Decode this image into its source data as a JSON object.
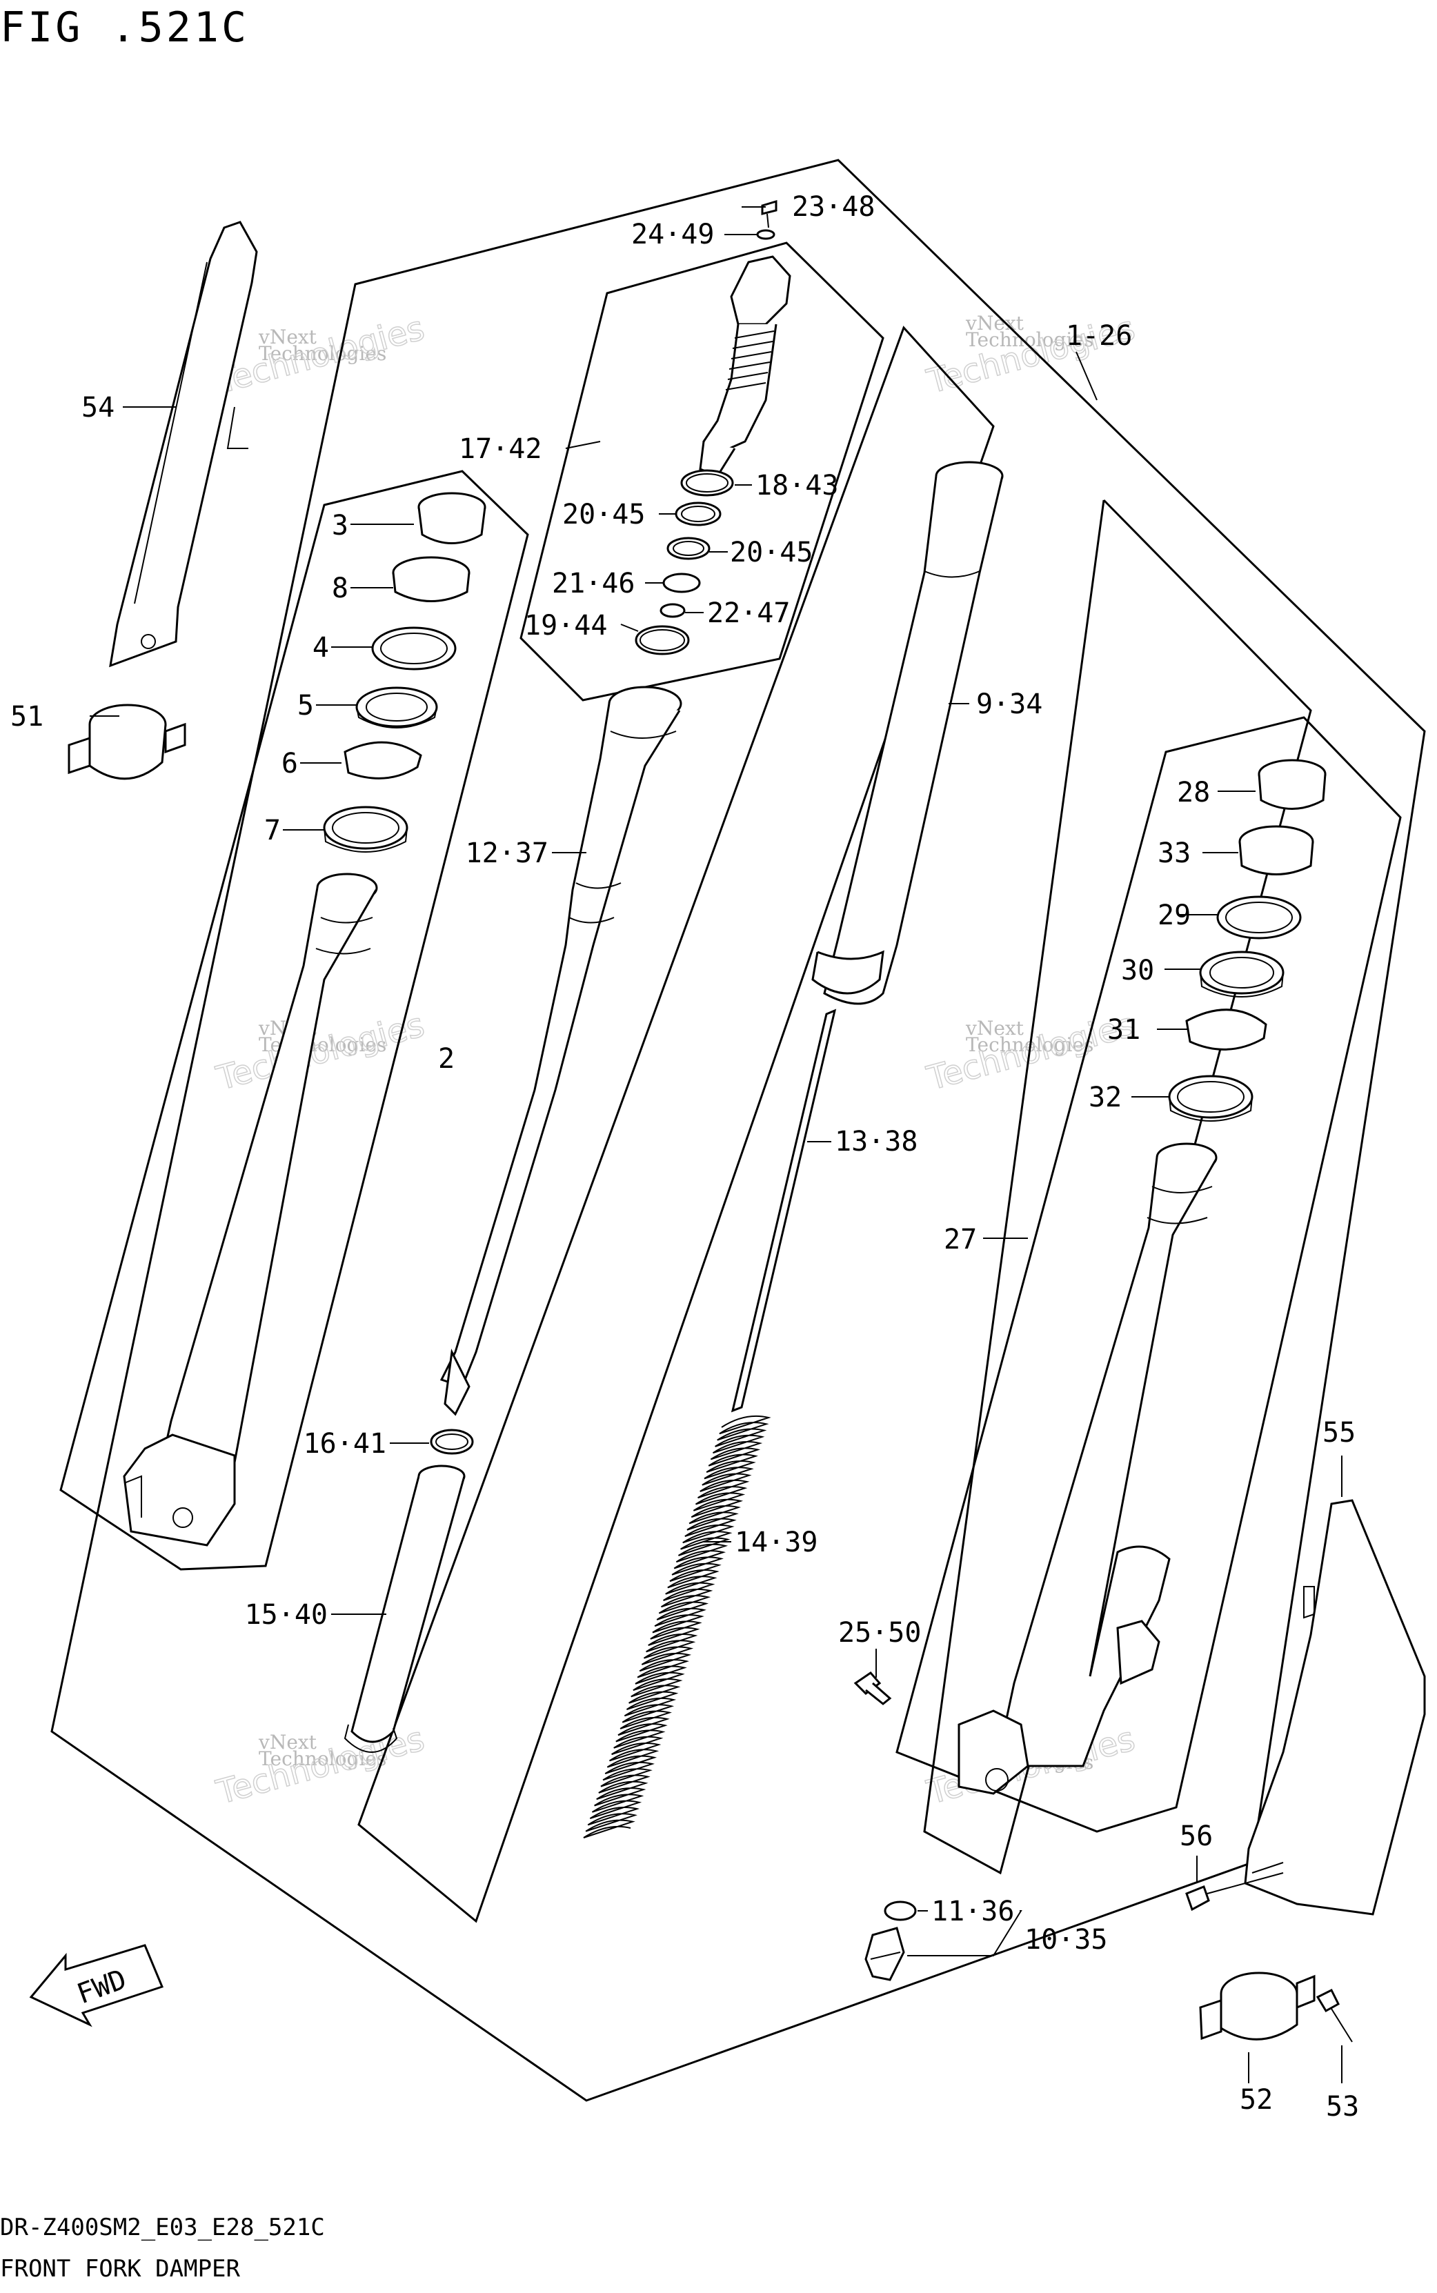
{
  "figure": {
    "title": "FIG .521C",
    "model_code": "DR-Z400SM2_E03_E28_521C",
    "caption": "FRONT FORK DAMPER"
  },
  "direction_label": "FWD",
  "watermark": {
    "line1": "vNext",
    "line2": "Technologies"
  },
  "callouts": {
    "c1": "1-26",
    "c2": "2",
    "c3": "3",
    "c4": "4",
    "c5": "5",
    "c6": "6",
    "c7": "7",
    "c8": "8",
    "c9": "9·34",
    "c10": "10·35",
    "c11": "11·36",
    "c12": "12·37",
    "c13": "13·38",
    "c14": "14·39",
    "c15": "15·40",
    "c16": "16·41",
    "c17": "17·42",
    "c18": "18·43",
    "c19": "19·44",
    "c20a": "20·45",
    "c20b": "20·45",
    "c21": "21·46",
    "c22": "22·47",
    "c23": "23·48",
    "c24": "24·49",
    "c25": "25·50",
    "c27": "27",
    "c28": "28",
    "c29": "29",
    "c30": "30",
    "c31": "31",
    "c32": "32",
    "c33": "33",
    "c51": "51",
    "c52": "52",
    "c53": "53",
    "c54": "54",
    "c55": "55",
    "c56": "56"
  }
}
